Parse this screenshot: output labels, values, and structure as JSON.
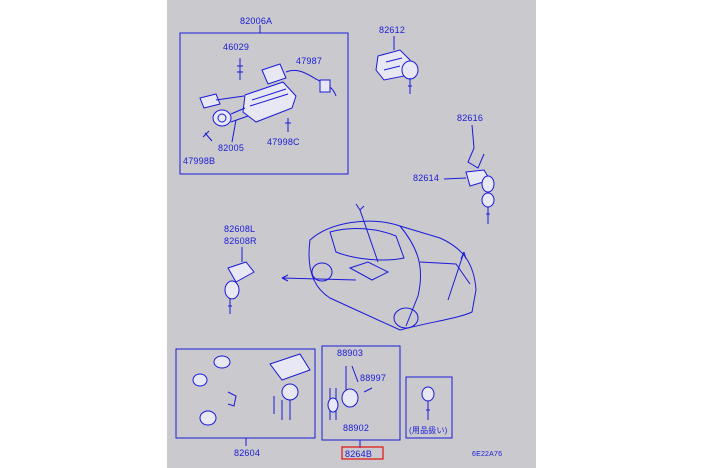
{
  "labels": {
    "p82006a": "82006A",
    "p46029": "46029",
    "p47987": "47987",
    "p82005": "82005",
    "p47998c": "47998C",
    "p47998b": "47998B",
    "p82612": "82612",
    "p82616": "82616",
    "p82614": "82614",
    "p82608l": "82608L",
    "p82608r": "82608R",
    "p88903": "88903",
    "p88997": "88997",
    "p88902": "88902",
    "p82604": "82604",
    "p8264b": "8264B",
    "spare": "(用品扱い)",
    "drawing_code": "6E22A76"
  },
  "colors": {
    "panel": "#c9c9ce",
    "line": "#1a1ad8",
    "highlight": "#e02020"
  }
}
